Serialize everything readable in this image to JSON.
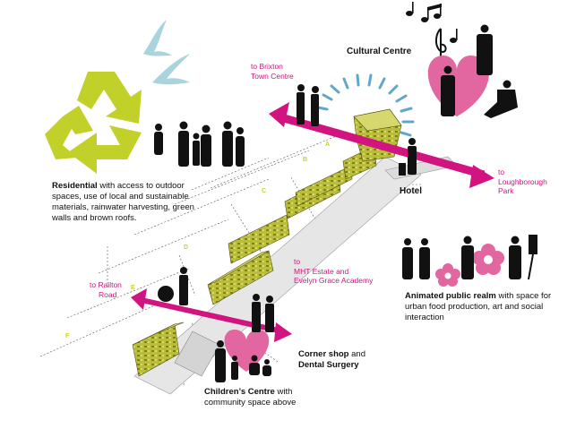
{
  "labels": {
    "cultural_centre": "Cultural Centre",
    "hotel": "Hotel",
    "residential_title": "Residential",
    "residential_text": "with access to outdoor spaces, use of local and sustainable materials, rainwater harvesting, green walls and brown roofs.",
    "animated_title": "Animated public realm",
    "animated_text": "with space for urban food production, art and social interaction",
    "corner_shop_title": "Corner shop",
    "corner_shop_and": "and",
    "dental_surgery": "Dental Surgery",
    "childrens_centre_title": "Children’s Centre",
    "childrens_centre_with": "with",
    "childrens_centre_text": "community space above"
  },
  "directions": {
    "brixton_line1": "to Brixton",
    "brixton_line2": "Town Centre",
    "loughborough_line1": "to",
    "loughborough_line2": "Loughborough",
    "loughborough_line3": "Park",
    "railton_line1": "to Railton",
    "railton_line2": "Road",
    "mht_line1": "to",
    "mht_line2": "MHT Estate and",
    "mht_line3": "Evelyn Grace Academy"
  },
  "zones": [
    "A",
    "B",
    "C",
    "D",
    "E",
    "F"
  ],
  "colors": {
    "accent_magenta": "#d1147f",
    "heart_pink": "#e2669f",
    "recycle_green": "#c2d12a",
    "building_olive": "#b9bd3a",
    "bird_blue": "#a9d3dd",
    "sunburst_teal": "#5fa8c9"
  },
  "icons": [
    "recycle-icon",
    "bird-icon",
    "music-note-icon",
    "heart-icon",
    "sunburst-icon",
    "flower-icon",
    "people-silhouette-icon"
  ]
}
